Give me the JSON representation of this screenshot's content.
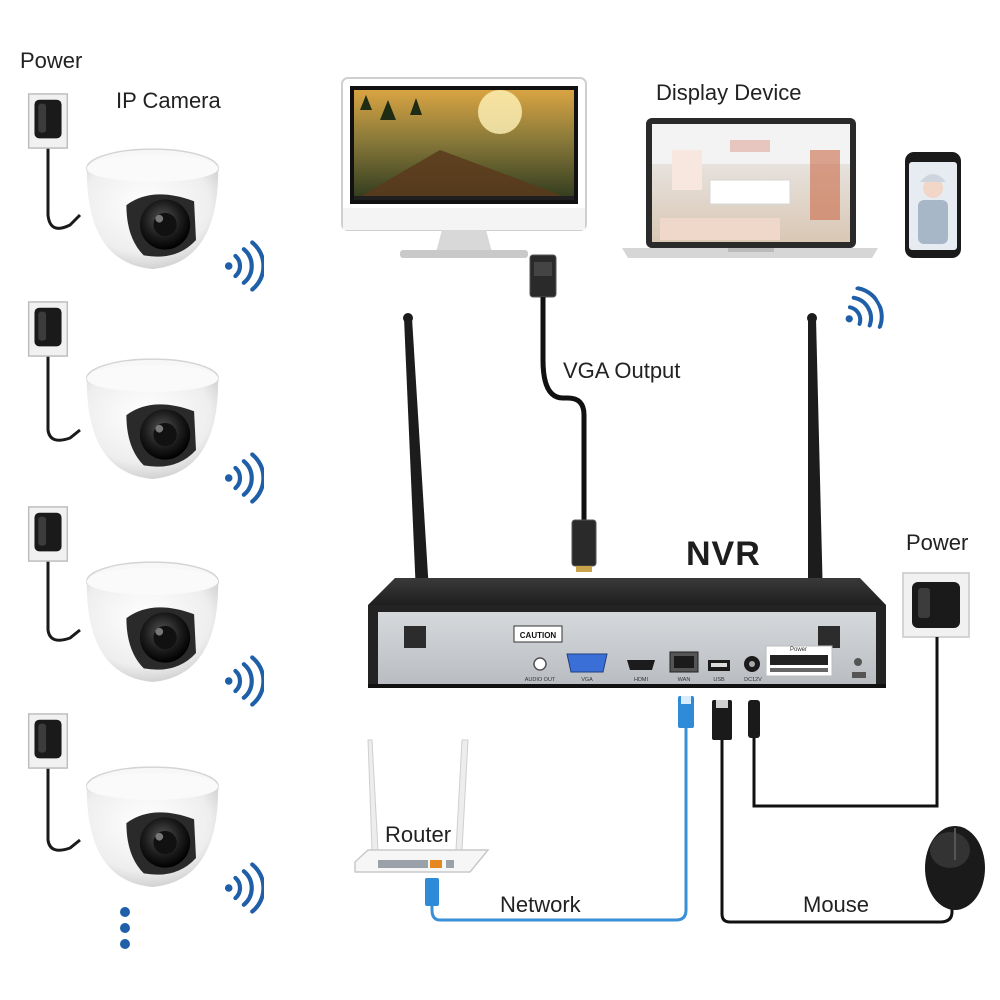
{
  "labels": {
    "power_left": "Power",
    "ip_camera": "IP Camera",
    "display_device": "Display Device",
    "vga_output": "VGA Output",
    "nvr": "NVR",
    "power_right": "Power",
    "router": "Router",
    "network": "Network",
    "mouse": "Mouse"
  },
  "nvr_panel": {
    "caution": "CAUTION",
    "audio_out": "AUDIO OUT",
    "vga": "VGA",
    "hdmi": "HDMI",
    "wan": "WAN",
    "usb": "USB",
    "dc12v": "DC12V",
    "power": "Power"
  },
  "colors": {
    "wifi": "#1f5fa8",
    "network_cable": "#3a8fd6",
    "cable_black": "#111111",
    "nvr_body": "#2b2b2b",
    "nvr_panel": "#c9ccd0"
  },
  "icons": [
    "power-adapter-icon",
    "dome-camera-icon",
    "wifi-signal-icon",
    "monitor-icon",
    "laptop-icon",
    "smartphone-icon",
    "router-icon",
    "mouse-icon"
  ]
}
